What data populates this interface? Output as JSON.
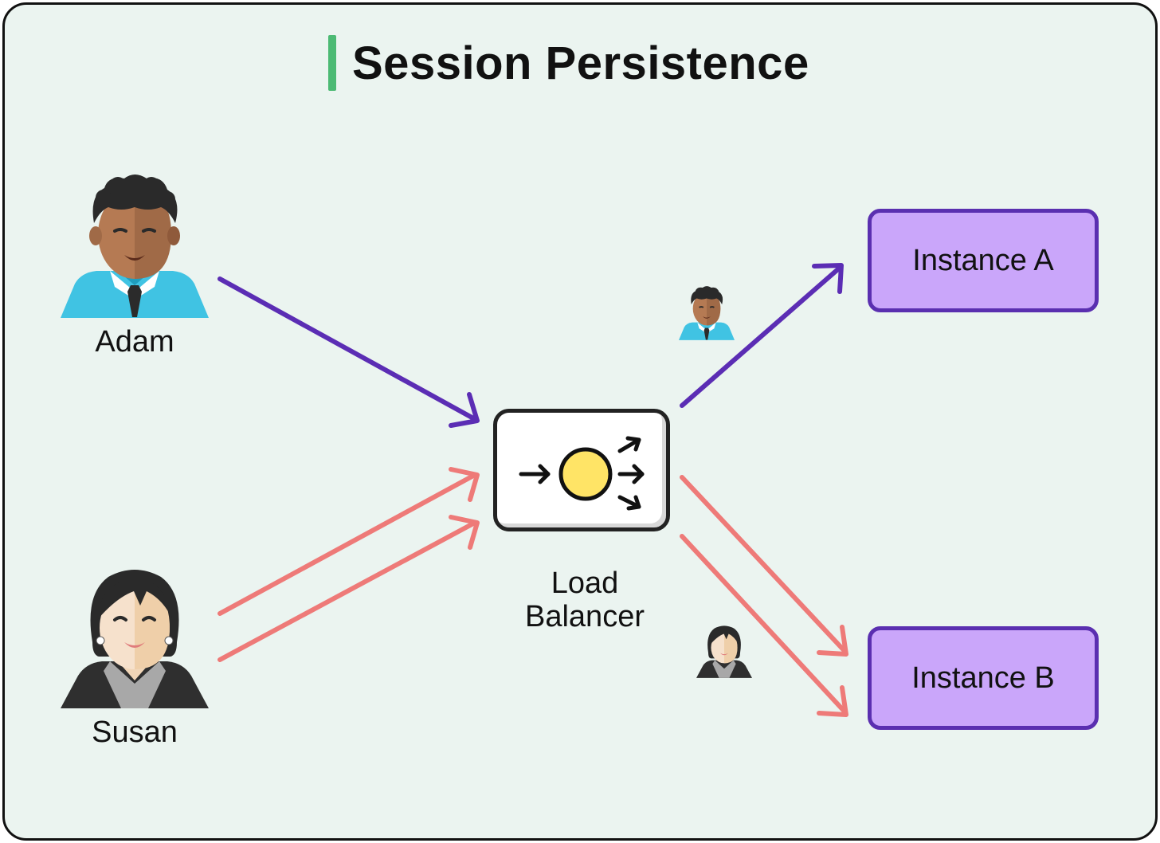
{
  "title": "Session Persistence",
  "users": [
    {
      "name": "Adam"
    },
    {
      "name": "Susan"
    }
  ],
  "load_balancer": {
    "label_line1": "Load",
    "label_line2": "Balancer"
  },
  "instances": [
    {
      "label": "Instance A"
    },
    {
      "label": "Instance B"
    }
  ],
  "colors": {
    "adam_route": "#5b2db4",
    "susan_route": "#ee7a78",
    "instance_fill": "#caa6fa",
    "instance_border": "#5a2fb0",
    "title_accent": "#4cba74",
    "background": "#ebf4f0"
  },
  "icons": [
    "adam-avatar-icon",
    "susan-avatar-icon",
    "load-balancer-icon"
  ]
}
